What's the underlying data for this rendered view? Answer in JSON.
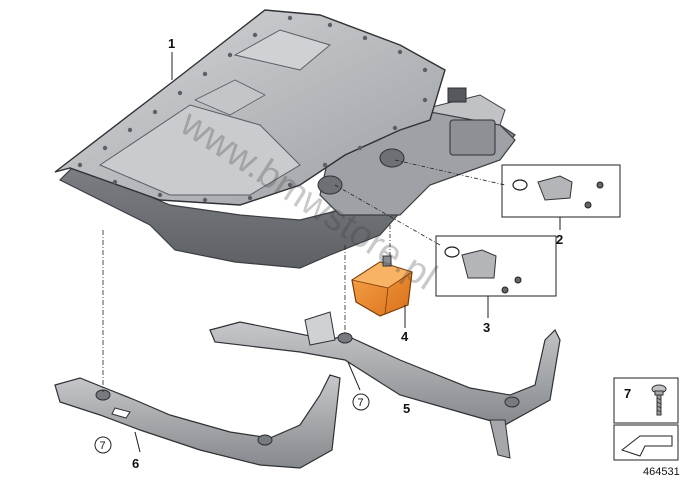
{
  "callouts": {
    "c1": "1",
    "c2": "2",
    "c3": "3",
    "c4": "4",
    "c5": "5",
    "c6": "6",
    "c7_legend": "7",
    "c7_circle_a": "7",
    "c7_circle_b": "7"
  },
  "watermark": "www.bmwstore.pl",
  "reference_number": "464531",
  "colors": {
    "housing": "#b8babd",
    "housing_dark": "#7d8084",
    "bracket": "#a9abae",
    "mount_orange": "#f08a24"
  }
}
